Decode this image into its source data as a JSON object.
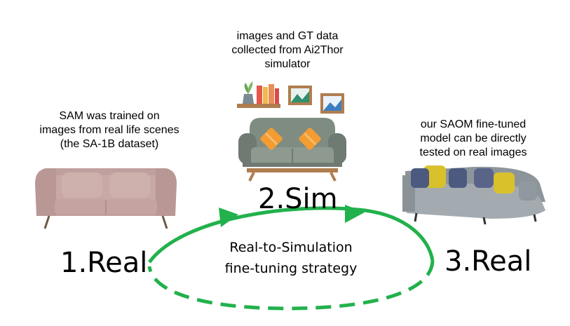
{
  "sim_caption": {
    "lines": [
      "images and GT data",
      "collected from Ai2Thor",
      "simulator"
    ]
  },
  "real1_caption": {
    "lines": [
      "SAM was trained on",
      "images from real life scenes",
      "(the SA-1B dataset)"
    ]
  },
  "real3_caption": {
    "lines": [
      "our SAOM fine-tuned",
      "model can be directly",
      "tested on real images"
    ]
  },
  "labels": {
    "real1": "1.Real",
    "sim": "2.Sim",
    "real3": "3.Real"
  },
  "strategy": {
    "lines": [
      "Real-to-Simulation",
      "fine-tuning strategy"
    ]
  },
  "colors": {
    "loop": "#22b14c",
    "pink_sofa": "#c9a9a6",
    "sim_sofa": "#7f8c82",
    "cushion": "#f39c32",
    "gray_sofa": "#9aa2a8",
    "yellow_pillow": "#d9c12c"
  }
}
